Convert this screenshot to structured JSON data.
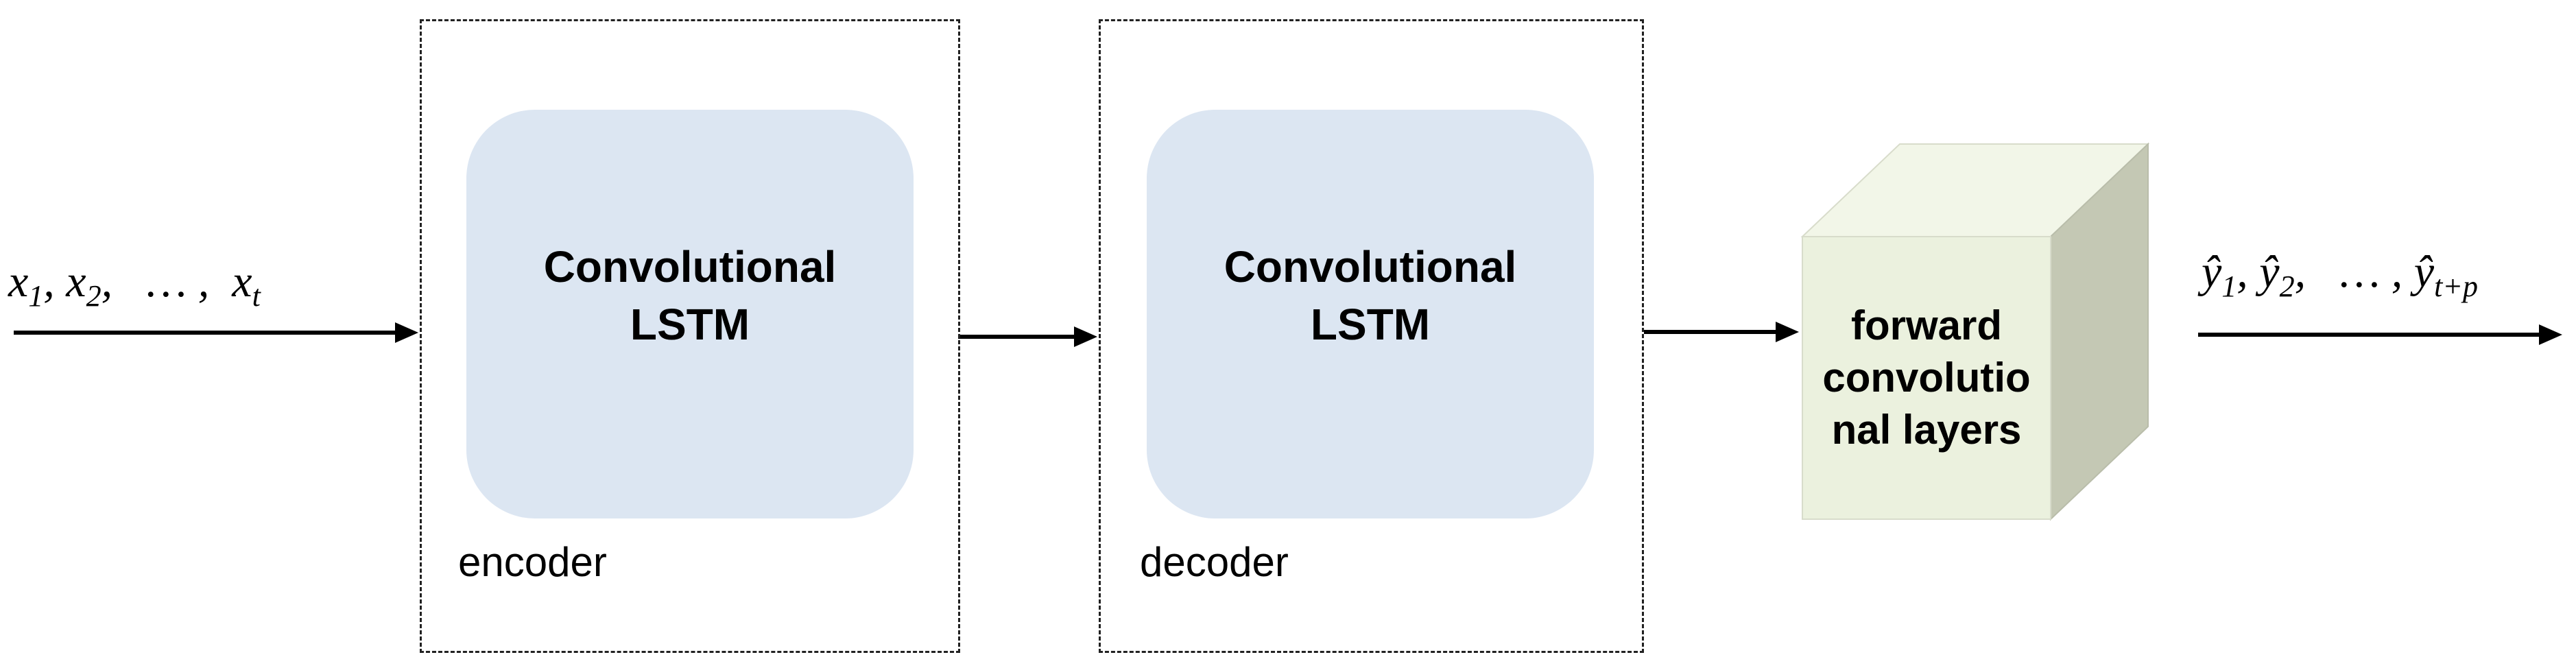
{
  "colors": {
    "block_fill": "#dce6f2",
    "cube_front": "#ebf1de",
    "cube_top": "#f2f6e8",
    "cube_side": "#c4c8b4",
    "line": "#000000"
  },
  "input": {
    "terms": [
      "x",
      "x",
      "x"
    ],
    "subscripts": [
      "1",
      "2",
      "t"
    ],
    "separator": ",",
    "ellipsis": "…"
  },
  "encoder": {
    "block_label": "Convolutional\nLSTM",
    "stage_label": "encoder"
  },
  "decoder": {
    "block_label": "Convolutional\nLSTM",
    "stage_label": "decoder"
  },
  "forward": {
    "label": "forward\nconvolutio\nnal layers"
  },
  "output": {
    "terms": [
      "ŷ",
      "ŷ",
      "ŷ"
    ],
    "subscripts": [
      "1",
      "2",
      "t+p"
    ],
    "separator": ",",
    "ellipsis": "…"
  }
}
